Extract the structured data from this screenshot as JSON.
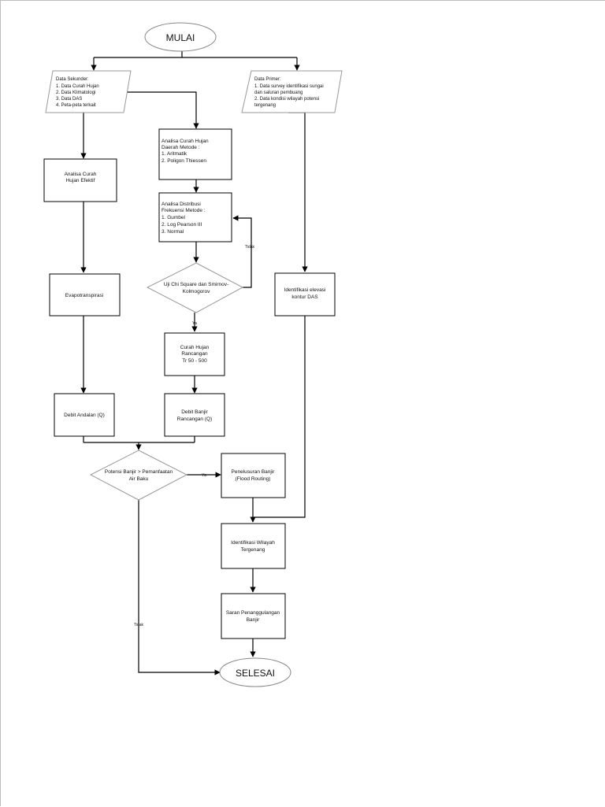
{
  "start": "MULAI",
  "end": "SELESAI",
  "secondary_data": {
    "title": "Data Sekunder:",
    "items": [
      "1. Data Curah Hujan",
      "2. Data Klimatologi",
      "3. Data DAS",
      "4. Peta-peta terkait"
    ]
  },
  "primary_data": {
    "title": "Data Primer:",
    "lines": [
      "1. Data survey identifikasi sungai",
      "dan saluran pembuang",
      "2. Data kondisi wilayah potensi",
      "tergenang"
    ]
  },
  "effective_rain": [
    "Analisa Curah",
    "Hujan Efektif"
  ],
  "regional_rain": [
    "Analisa Curah Hujan",
    "Daerah Metode :",
    "1. Aritmatik",
    "2. Poligon Thiessen"
  ],
  "frequency": [
    "Analisa Distribusi",
    "Frekuensi Metode :",
    "1. Gumbel",
    "2. Log Pearson III",
    "3. Normal"
  ],
  "test": [
    "Uji Chi Square dan Smirnov-",
    "Kolmogorov"
  ],
  "design_rain": [
    "Curah Hujan",
    "Rancangan",
    "Tr 50 - 500"
  ],
  "evapotranspiration": "Evapotranspirasi",
  "mainstay_discharge": "Debit Andalan (Q)",
  "flood_discharge": [
    "Debit Banjir",
    "Rancangan (Q)"
  ],
  "contour": [
    "Identifikasi elevasi",
    "kontur DAS"
  ],
  "decision": [
    "Potensi Banjir > Pemanfaatan",
    "Air Baku"
  ],
  "routing": [
    "Penelusuran Banjir",
    "(Flood Routing)"
  ],
  "inundated": [
    "Identifikasi Wilayah",
    "Tergenang"
  ],
  "mitigation": [
    "Saran Penanggulangan",
    "Banjir"
  ],
  "labels": {
    "no": "Tidak",
    "yes": "Ya"
  }
}
